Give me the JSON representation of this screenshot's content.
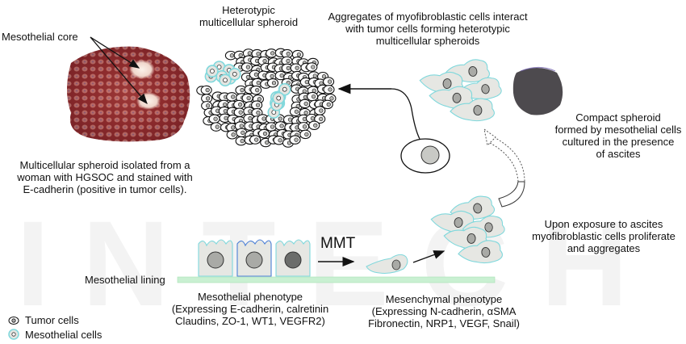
{
  "labels": {
    "heterotypic_title": [
      "Heterotypic",
      "multicellular spheroid"
    ],
    "mesothelial_core": "Mesothelial core",
    "aggregates_title": [
      "Aggregates of myofibroblastic cells interact",
      "with tumor cells forming heterotypic",
      "multicellular spheroids"
    ],
    "compact_spheroid": [
      "Compact spheroid",
      "formed by mesothelial cells",
      "cultured in the presence",
      "of ascites"
    ],
    "isolated_spheroid": [
      "Multicellular spheroid isolated from a",
      "woman with HGSOC and stained with",
      "E-cadherin (positive in tumor cells)."
    ],
    "upon_exposure": [
      "Upon exposure to ascites",
      "myofibroblastic cells proliferate",
      "and aggregates"
    ],
    "mmt": "MMT",
    "mesothelial_lining": "Mesothelial lining",
    "mesothelial_phenotype": [
      "Mesothelial phenotype",
      "(Expressing E-cadherin, calretinin",
      "Claudins, ZO-1, WT1, VEGFR2)"
    ],
    "mesenchymal_phenotype": [
      "Mesenchymal phenotype",
      "(Expressing N-cadherin, αSMA",
      "Fibronectin, NRP1, VEGF, Snail)"
    ],
    "watermark": "INTECH"
  },
  "legend": [
    {
      "label": "Tumor cells",
      "icon": "tumor-cell-icon"
    },
    {
      "label": "Mesothelial cells",
      "icon": "mesothelial-cell-icon"
    }
  ],
  "colors": {
    "cell_outline_cyan": "#7fd8dc",
    "cell_outline_blue": "#4a7fd6",
    "cell_fill": "#e6e7e3",
    "nucleus_fill": "#a9aaa6",
    "nucleus_dark": "#6b6d6b",
    "lining": "#c9f0d2",
    "stain_red": "#8e2a2c",
    "compact_spheroid": "#4e4a4d"
  }
}
